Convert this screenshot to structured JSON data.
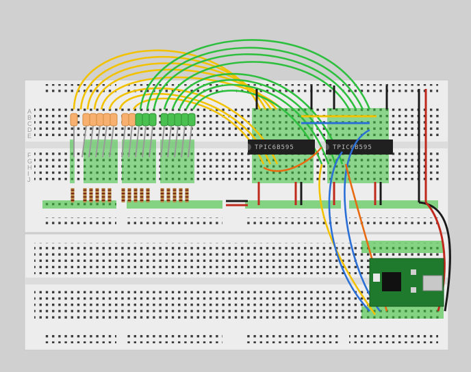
{
  "colors": {
    "background": "#d0d0d0",
    "board": "#ededed",
    "hole": "#3a3a3a",
    "hole_active": "#3cc13c",
    "wire_yellow": "#f2c200",
    "wire_green": "#2fbf3f",
    "wire_blue": "#2a6fd6",
    "wire_orange": "#e86a10",
    "wire_red": "#c0281c",
    "wire_black": "#1a1a1a",
    "led_orange": "#f7b070",
    "led_green": "#49c04f",
    "chip": "#202020",
    "teensy_pcb": "#1f7a2e"
  },
  "chips": [
    {
      "label": "TPIC6B595"
    },
    {
      "label": "TPIC6B595"
    }
  ],
  "board_labels": {
    "top_row_letters": [
      "A",
      "B",
      "C",
      "D",
      "E"
    ],
    "bottom_row_letters": [
      "F",
      "G",
      "H",
      "I",
      "J"
    ]
  },
  "components": {
    "led_orange_count": 8,
    "led_green_count": 8,
    "resistor_count": 16,
    "microcontroller": "teensy-board"
  }
}
